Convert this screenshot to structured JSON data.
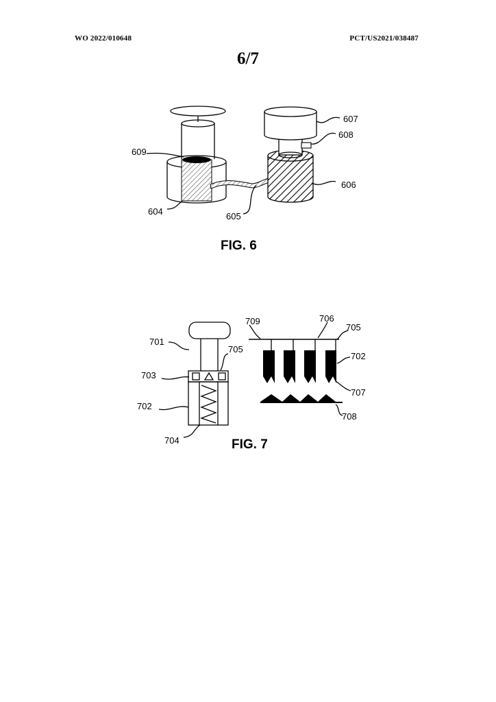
{
  "header": {
    "publication_number": "WO 2022/010648",
    "application_number": "PCT/US2021/038487"
  },
  "sheet": "6/7",
  "figure6": {
    "caption": "FIG. 6",
    "labels": [
      "604",
      "605",
      "606",
      "607",
      "608",
      "609"
    ]
  },
  "figure7": {
    "caption": "FIG. 7",
    "labels_left": [
      "701",
      "702",
      "703",
      "704",
      "705"
    ],
    "labels_right": [
      "705",
      "706",
      "709",
      "702",
      "707",
      "708"
    ]
  }
}
